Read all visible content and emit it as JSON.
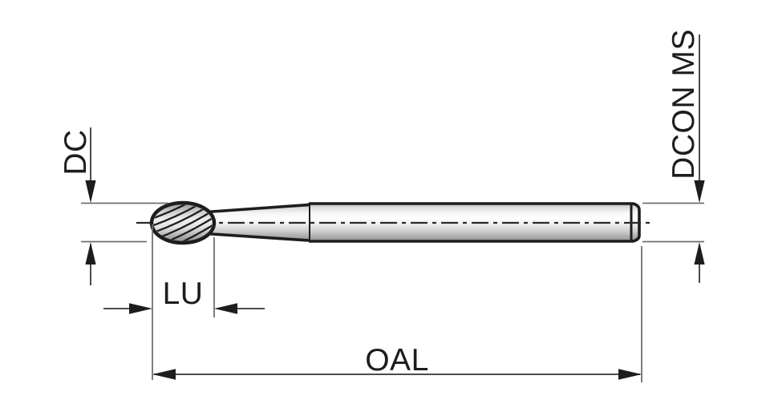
{
  "labels": {
    "dc": "DC",
    "dcon_ms": "DCON MS",
    "lu": "LU",
    "oal": "OAL"
  },
  "colors": {
    "background": "#ffffff",
    "outline": "#1d1d1b",
    "text": "#1d1d1b",
    "dimension_line": "#4c4c4c",
    "extension_line": "#6f6f6f",
    "arrowhead": "#1d1d1b",
    "metal_highlight": "#ffffff",
    "metal_shadow": "#979797"
  }
}
